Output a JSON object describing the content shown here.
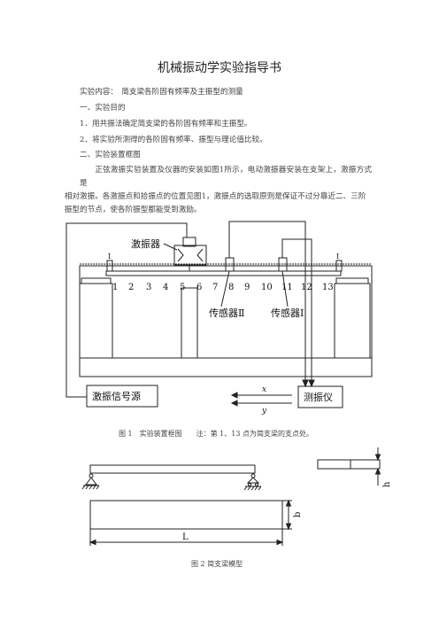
{
  "document": {
    "title": "机械振动学实验指导书",
    "content_line": "实验内容：　简支梁各阶固有频率及主振型的测量",
    "section1": "一、实验目的",
    "item1": "1．用共振法确定简支梁的各阶固有频率和主振型。",
    "item2": "2．将实验所测得的各阶固有频率、振型与理论值比较。",
    "section2": "二、实验装置框图",
    "paragraph": [
      "正弦激振实验装置及仪器的安装如图1所示，电动激振器安装在支架上，激振方式是",
      "相对激振。各激振点和拾振点的位置见图1，激振点的选取原则是保证不过分靠近二、三阶",
      "振型的节点，使各阶振型都能受到激励。"
    ],
    "figure1_caption": "图 1　实验装置框图　　注：第 1、13 点为简支梁的支点处。",
    "figure2_caption": "图 2 简支梁模型"
  },
  "figure1": {
    "exciter_label": "激振器",
    "point_numbers": [
      "1",
      "2",
      "3",
      "4",
      "5",
      "6",
      "7",
      "8",
      "9",
      "10",
      "11",
      "12",
      "13"
    ],
    "sensor2_label": "传感器Ⅱ",
    "sensor1_label": "传感器Ⅰ",
    "signal_source_label": "激振信号源",
    "analyzer_label": "测振仪",
    "arrow_x_label": "x",
    "arrow_y_label": "y",
    "support_mark": "I"
  },
  "figure2": {
    "label_b": "b",
    "label_L": "L",
    "label_h": "h"
  }
}
